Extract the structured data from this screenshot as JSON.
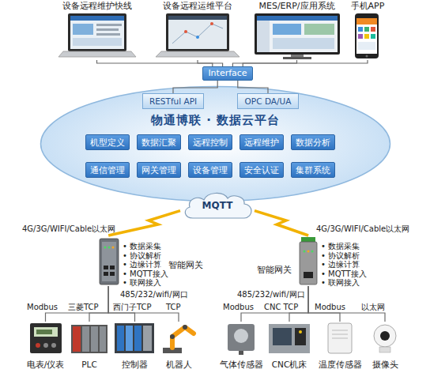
{
  "diagram": {
    "nodes": [
      {
        "text": [
          "设备远程维护快线"
        ]
      },
      {
        "text": [
          "设备远程运维平台"
        ]
      },
      {
        "text": [
          "MES/ERP/应用系统"
        ]
      },
      {
        "text": [
          "手机APP"
        ]
      },
      {
        "text": [
          "Interface"
        ]
      },
      {
        "text": [
          "物通博联 · 数据云平台"
        ]
      },
      {
        "text": [
          "RESTful API"
        ],
        "in": 5
      },
      {
        "text": [
          "OPC DA/UA"
        ],
        "in": 5
      },
      {
        "text": [
          "机型定义"
        ],
        "in": 5
      },
      {
        "text": [
          "数据汇聚"
        ],
        "in": 5
      },
      {
        "text": [
          "远程控制"
        ],
        "in": 5
      },
      {
        "text": [
          "远程维护"
        ],
        "in": 5
      },
      {
        "text": [
          "数据分析"
        ],
        "in": 5
      },
      {
        "text": [
          "通信管理"
        ],
        "in": 5
      },
      {
        "text": [
          "网关管理"
        ],
        "in": 5
      },
      {
        "text": [
          "设备管理"
        ],
        "in": 5
      },
      {
        "text": [
          "安全认证"
        ],
        "in": 5
      },
      {
        "text": [
          "集群系统"
        ],
        "in": 5
      },
      {
        "text": [
          "MQTT"
        ]
      },
      {
        "text": [
          "智能网关"
        ]
      },
      {
        "text": [
          "智能网关"
        ]
      },
      {
        "text": [
          "电表/仪表"
        ]
      },
      {
        "text": [
          "PLC"
        ]
      },
      {
        "text": [
          "控制器"
        ]
      },
      {
        "text": [
          "机器人"
        ]
      },
      {
        "text": [
          "气体传感器"
        ]
      },
      {
        "text": [
          "CNC机床"
        ]
      },
      {
        "text": [
          "温度传感器"
        ]
      },
      {
        "text": [
          "摄像头"
        ]
      }
    ],
    "edges": [
      {
        "from": 4,
        "to": 0,
        "arrow": "none"
      },
      {
        "from": 4,
        "to": 1,
        "arrow": "none"
      },
      {
        "from": 4,
        "to": 2,
        "arrow": "none"
      },
      {
        "from": 4,
        "to": 3,
        "arrow": "none"
      },
      {
        "from": 4,
        "to": 6,
        "arrow": "none"
      },
      {
        "from": 4,
        "to": 7,
        "arrow": "none"
      },
      {
        "from": 18,
        "to": 19,
        "label": "4G/3G/WIFI/Cable以太网",
        "arrow": "none"
      },
      {
        "from": 18,
        "to": 20,
        "label": "4G/3G/WIFI/Cable以太网",
        "arrow": "none"
      },
      {
        "from": 19,
        "to": 21,
        "label": "Modbus",
        "arrow": "none"
      },
      {
        "from": 19,
        "to": 22,
        "label": "三菱TCP",
        "arrow": "none"
      },
      {
        "from": 19,
        "to": 23,
        "label": "西门子TCP",
        "arrow": "none"
      },
      {
        "from": 19,
        "to": 24,
        "label": "TCP",
        "arrow": "none"
      },
      {
        "from": 20,
        "to": 25,
        "label": "Modbus",
        "arrow": "none"
      },
      {
        "from": 20,
        "to": 26,
        "label": "CNC TCP",
        "arrow": "none"
      },
      {
        "from": 20,
        "to": 27,
        "label": "Modbus",
        "arrow": "none"
      },
      {
        "from": 20,
        "to": 28,
        "label": "以太网",
        "arrow": "none"
      }
    ],
    "labels": [
      "• 数据采集",
      "• 协议解析",
      "• 边缘计算",
      "• MQTT接入",
      "• 联网接入",
      "485/232/wifi/网口",
      "• 数据采集",
      "• 协议解析",
      "• 边缘计算",
      "• MQTT接入",
      "• 联网接入",
      "485/232/wifi/网口"
    ]
  }
}
